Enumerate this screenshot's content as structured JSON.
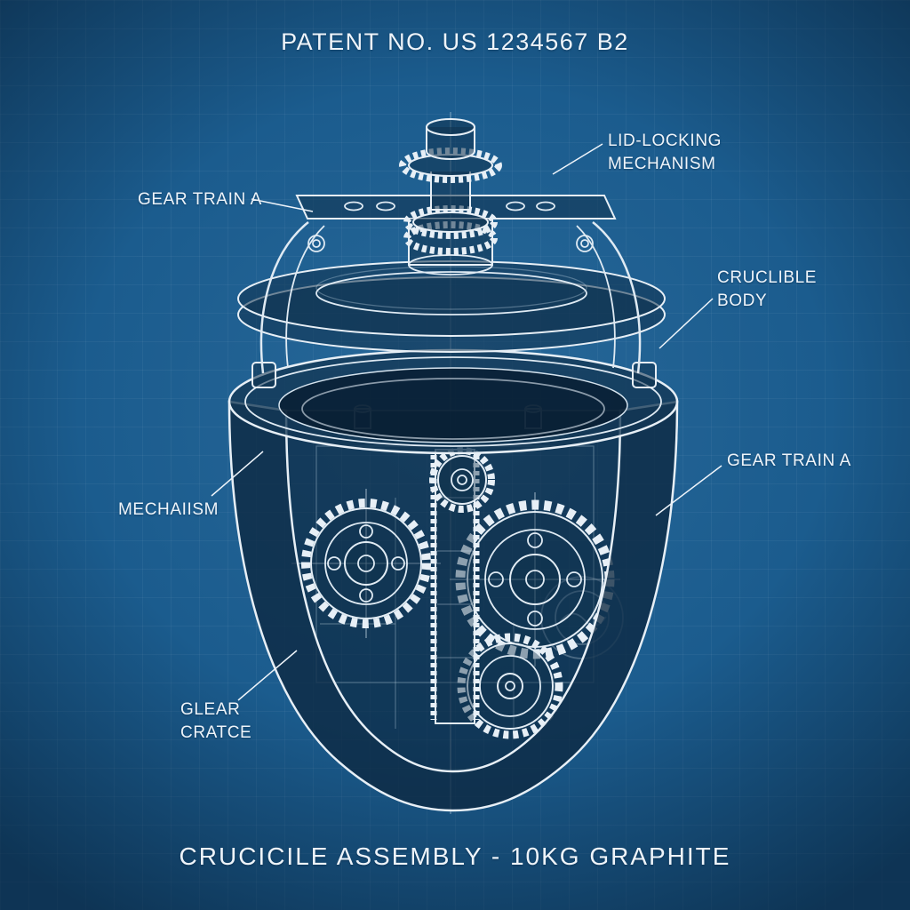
{
  "palette": {
    "background": "#1b5c8e",
    "vignette_edge": "#051a2f",
    "grid_line": "rgba(255,255,255,0.045)",
    "line": "#e7eff6",
    "text": "#eef4fa"
  },
  "header": {
    "patent_number": "PATENT NO. US 1234567 B2"
  },
  "footer": {
    "caption": "CRUCICILE ASSEMBLY - 10KG GRAPHITE"
  },
  "callouts": {
    "lid_locking": {
      "text": "LID-LOCKING\nMECHANISM"
    },
    "gear_train_left": {
      "text": "GEAR TRAIN A"
    },
    "crucible_body": {
      "text": "CRUCLIBLE\nBODY"
    },
    "gear_train_right": {
      "text": "GEAR TRAIN A"
    },
    "mechanism": {
      "text": "MECHAIISM"
    },
    "gear_crate": {
      "text": "GLEAR\nCRATCE"
    }
  }
}
